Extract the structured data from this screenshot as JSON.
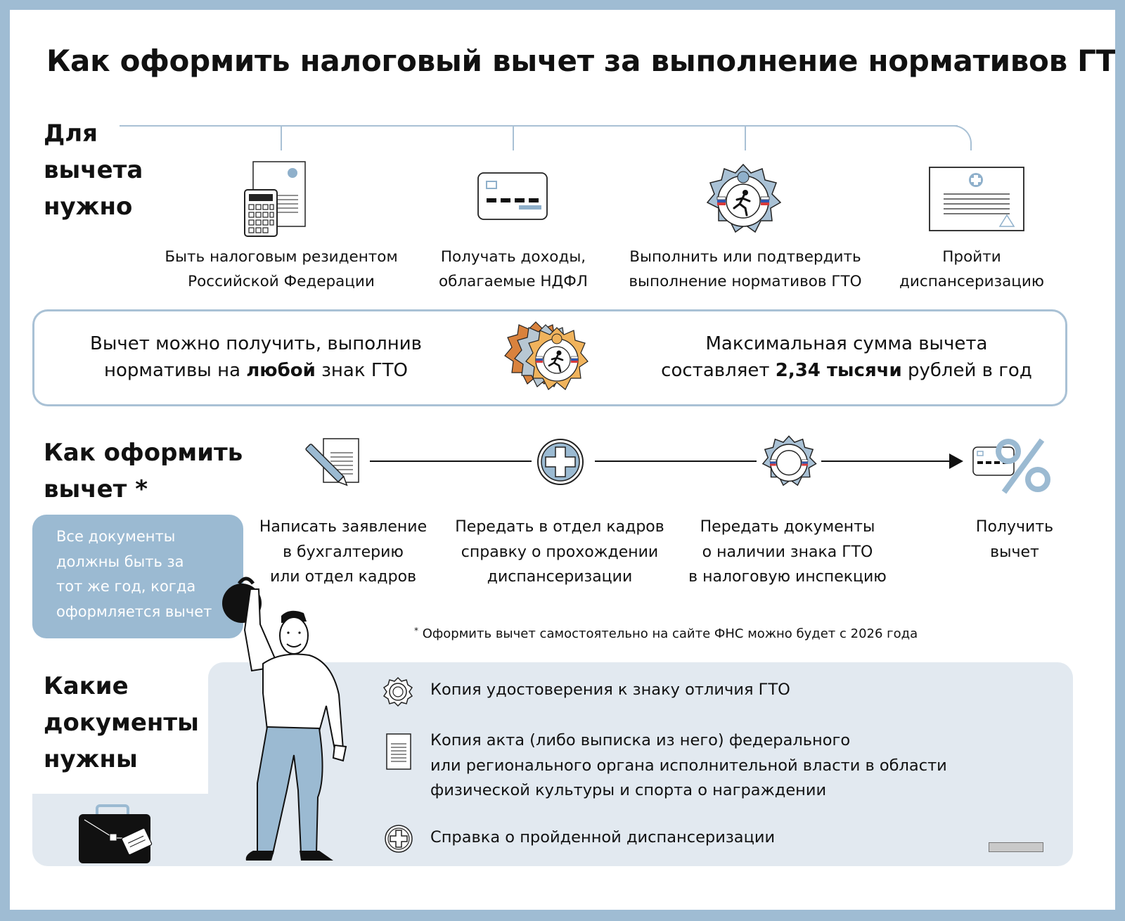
{
  "title": "Как оформить налоговый вычет за выполнение нормативов ГТО",
  "requirements": {
    "heading_lines": [
      "Для",
      "вычета",
      "нужно"
    ],
    "items": [
      {
        "icon": "tax-document-calculator-icon",
        "lines": [
          "Быть налоговым резидентом",
          "Российской Федерации"
        ]
      },
      {
        "icon": "bank-card-icon",
        "lines": [
          "Получать доходы,",
          "облагаемые НДФЛ"
        ]
      },
      {
        "icon": "gto-badge-icon",
        "lines": [
          "Выполнить или подтвердить",
          "выполнение нормативов ГТО"
        ]
      },
      {
        "icon": "medical-certificate-icon",
        "lines": [
          "Пройти",
          "диспансеризацию"
        ]
      }
    ]
  },
  "banner": {
    "left_line1": "Вычет можно получить, выполнив",
    "left_line2_pre": "нормативы на ",
    "left_line2_bold": "любой",
    "left_line2_post": " знак ГТО",
    "right_line1": "Максимальная сумма вычета",
    "right_line2_pre": "составляет ",
    "right_line2_bold": "2,34 тысячи",
    "right_line2_post": " рублей в год"
  },
  "process": {
    "heading_line1": "Как оформить",
    "heading_line2": "вычет *",
    "note_lines": [
      "Все документы",
      "должны быть за",
      "тот же год, когда",
      "оформляется вычет"
    ],
    "steps": [
      {
        "icon": "pen-document-icon",
        "lines": [
          "Написать заявление",
          "в бухгалтерию",
          "или отдел кадров"
        ]
      },
      {
        "icon": "medical-cross-icon",
        "lines": [
          "Передать в отдел кадров",
          "справку о прохождении",
          "диспансеризации"
        ]
      },
      {
        "icon": "gto-badge-icon",
        "lines": [
          "Передать документы",
          "о наличии знака ГТО",
          "в налоговую инспекцию"
        ]
      },
      {
        "icon": "card-percent-icon",
        "lines": [
          "Получить",
          "вычет"
        ]
      }
    ],
    "footnote": "Оформить вычет самостоятельно на сайте ФНС можно будет с 2026 года"
  },
  "documents": {
    "heading_lines": [
      "Какие",
      "документы",
      "нужны"
    ],
    "items": [
      {
        "icon": "badge-outline-icon",
        "lines": [
          "Копия удостоверения к знаку отличия ГТО"
        ]
      },
      {
        "icon": "document-outline-icon",
        "lines": [
          "Копия акта (либо выписка из него) федерального",
          "или регионального органа исполнительной власти в области",
          "физической культуры и спорта о награждении"
        ]
      },
      {
        "icon": "medical-cross-outline-icon",
        "lines": [
          "Справка о пройденной диспансеризации"
        ]
      }
    ]
  },
  "colors": {
    "accent_blue": "#9bbad2",
    "light_panel": "#e2e9f0",
    "rule": "#a9c1d5",
    "bronze": "#d9823d",
    "silver": "#b7c7d3",
    "gold": "#f0b35c",
    "text": "#111111"
  }
}
